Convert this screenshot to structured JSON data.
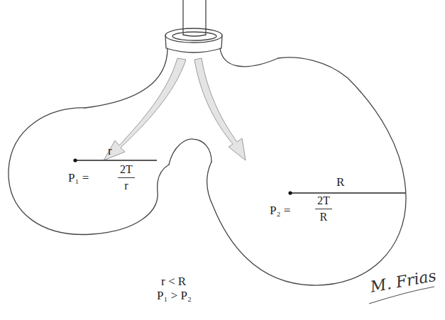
{
  "diagram": {
    "nodes": [
      {
        "text": [
          "r",
          "P₁ =",
          "2T",
          "r"
        ]
      },
      {
        "text": [
          "R",
          "P₂ =",
          "2T",
          "R"
        ]
      }
    ],
    "labels": [
      "r < R",
      "P₁ > P₂",
      "M. Frias"
    ]
  }
}
